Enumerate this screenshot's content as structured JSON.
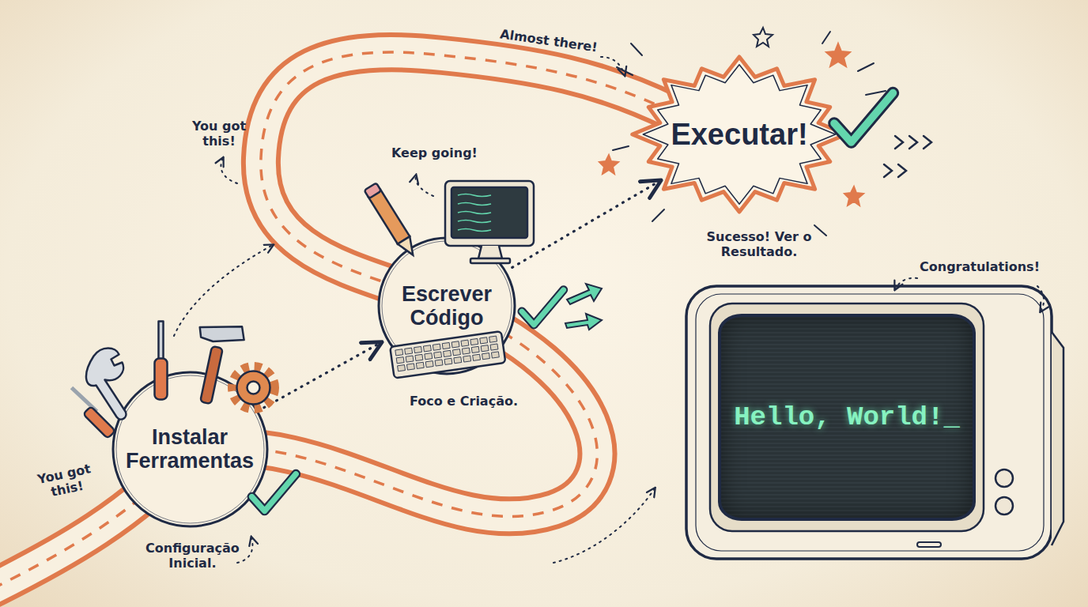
{
  "diagram": {
    "nodes": [
      {
        "text": [
          "Instalar Ferramentas"
        ]
      },
      {
        "text": [
          "Escrever Código"
        ]
      },
      {
        "text": [
          "Executar!"
        ]
      },
      {
        "text": [
          "Hello, World!_"
        ]
      }
    ],
    "edges": [
      {
        "from": 0,
        "to": 1,
        "arrow": "to"
      },
      {
        "from": 1,
        "to": 2,
        "arrow": "to"
      }
    ],
    "labels": [
      "You got this!",
      "You got this!",
      "Keep going!",
      "Almost there!",
      "Congratulations!",
      "Configuração Inicial.",
      "Foco e Criação.",
      "Sucesso! Ver o Resultado."
    ]
  }
}
